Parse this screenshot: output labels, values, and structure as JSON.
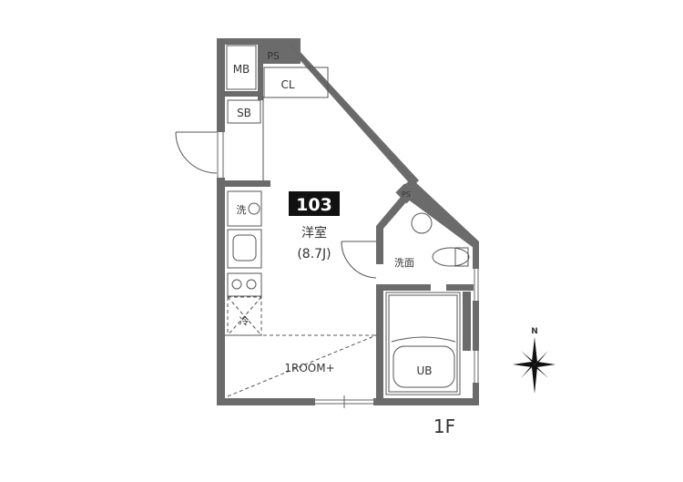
{
  "unit": {
    "number": "103",
    "room_name": "洋室",
    "room_size": "(8.7J)",
    "layout_type": "1ROOM+",
    "floor": "1F"
  },
  "labels": {
    "mb": "MB",
    "ps_top": "PS",
    "ps_mid": "PS",
    "cl": "CL",
    "sb": "SB",
    "washer": "洗",
    "fridge": "冷",
    "washroom": "洗面",
    "ub": "UB"
  },
  "compass": {
    "north": "N"
  },
  "colors": {
    "wall": "#6b6b6b",
    "line": "#555555",
    "badge": "#111111"
  }
}
